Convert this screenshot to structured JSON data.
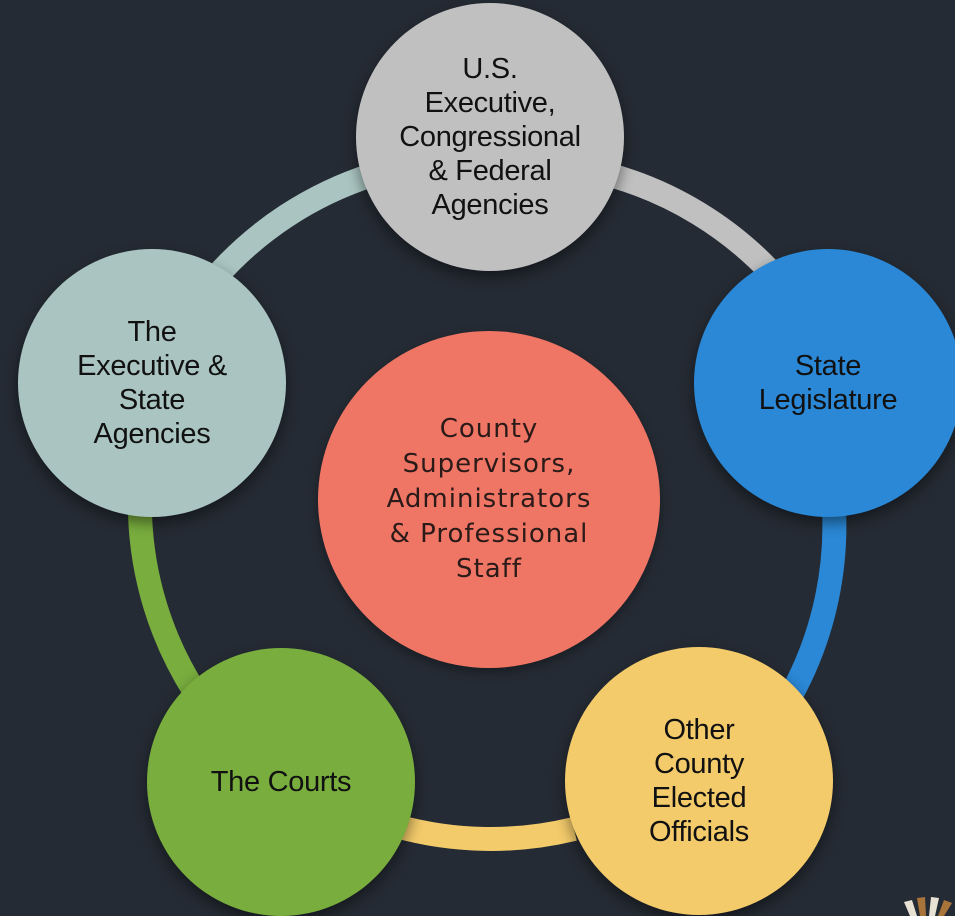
{
  "diagram": {
    "colors": {
      "background": "#252b34",
      "federal": "#c0c0c0",
      "state_legislature": "#2a88d6",
      "other_county": "#f3cb6b",
      "courts": "#79ad3e",
      "executive_state": "#aac5c1",
      "center": "#ef7565"
    },
    "center": {
      "label": "County\nSupervisors,\nAdministrators\n& Professional\nStaff"
    },
    "nodes": [
      {
        "id": "federal",
        "label": "U.S.\nExecutive,\nCongressional\n& Federal\nAgencies"
      },
      {
        "id": "state_legislature",
        "label": "State\nLegislature"
      },
      {
        "id": "other_county",
        "label": "Other\nCounty\nElected\nOfficials"
      },
      {
        "id": "courts",
        "label": "The Courts"
      },
      {
        "id": "executive_state",
        "label": "The\nExecutive &\nState\nAgencies"
      }
    ]
  },
  "logo": {
    "icon": "sunburst-logo-icon"
  }
}
